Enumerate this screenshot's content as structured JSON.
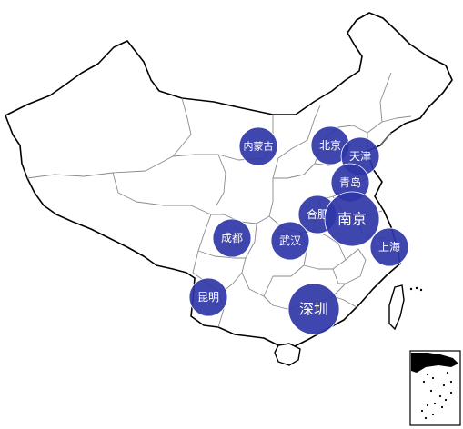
{
  "map": {
    "colors": {
      "bubble": "#2f36a6",
      "bubble_stroke": "#ffffff",
      "label": "#ffffff",
      "border": "#000000",
      "province": "#8a8a8a"
    },
    "cities": [
      {
        "id": "neimenggu",
        "label": "内蒙古"
      },
      {
        "id": "beijing",
        "label": "北京"
      },
      {
        "id": "tianjin",
        "label": "天津"
      },
      {
        "id": "qingdao",
        "label": "青岛"
      },
      {
        "id": "hefei",
        "label": "合肥"
      },
      {
        "id": "nanjing",
        "label": "南京"
      },
      {
        "id": "chengdu",
        "label": "成都"
      },
      {
        "id": "wuhan",
        "label": "武汉"
      },
      {
        "id": "shanghai",
        "label": "上海"
      },
      {
        "id": "kunming",
        "label": "昆明"
      },
      {
        "id": "shenzhen",
        "label": "深圳"
      }
    ]
  }
}
